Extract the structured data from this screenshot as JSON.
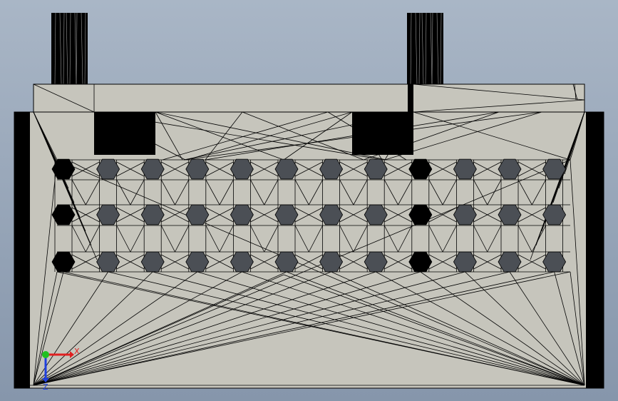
{
  "viewport": {
    "background_top": "#a9b6c6",
    "background_bottom": "#8696ab",
    "part_face": "#c6c5bc",
    "mesh_edge": "#000000",
    "hole_fill": "#4b4f55"
  },
  "hole_grid": {
    "rows": 3,
    "columns": 12,
    "dark_columns": [
      0,
      8
    ]
  },
  "triad": {
    "x_label": "X",
    "z_label": "Z",
    "x_color": "#e02020",
    "y_color": "#20c020",
    "z_color": "#2040e0"
  }
}
